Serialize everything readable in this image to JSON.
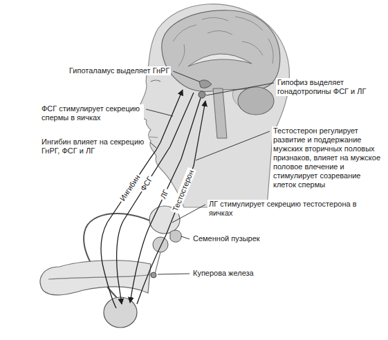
{
  "diagram": {
    "labels": [
      "Гипоталамус выделяет ГнРГ",
      "Гипофиз выделяет гонадотропины ФСГ и ЛГ",
      "ФСГ стимулирует секрецию спермы в яичках",
      "Ингибин влияет на секрецию ГнРГ, ФСГ и ЛГ",
      "Тестостерон регулирует развитие и поддержание мужских вторичных половых признаков, влияет на мужское половое влечение и стимулирует созревание клеток спермы",
      "Ингибин",
      "ФСГ",
      "ЛГ",
      "Тестостерон",
      "ЛГ стимулирует секрецию тестостерона в яичках",
      "Семенной пузырек",
      "Куперова железа"
    ]
  }
}
